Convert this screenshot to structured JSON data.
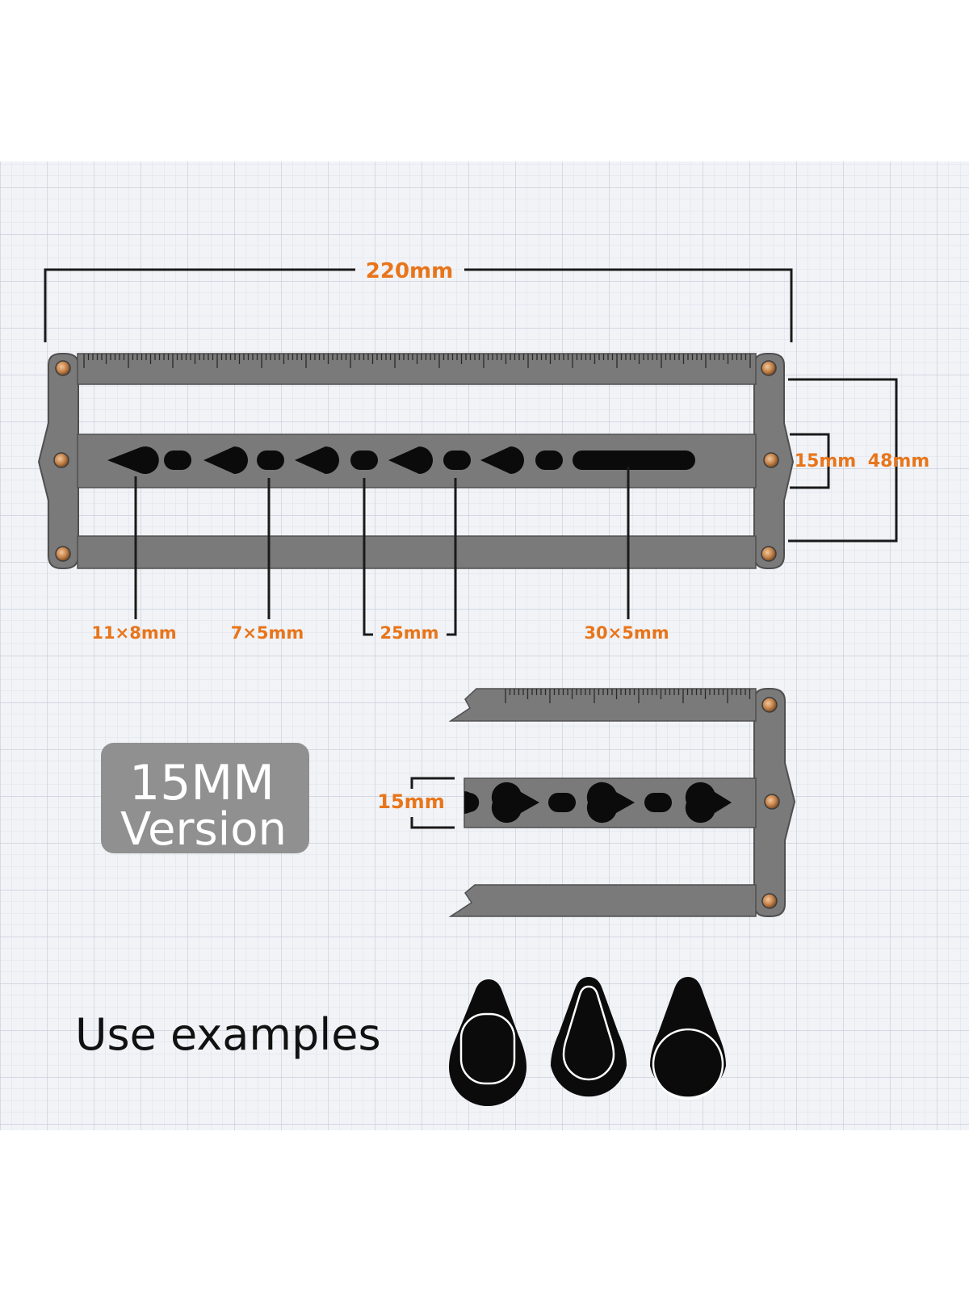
{
  "colors": {
    "background": "#ffffff",
    "grid_paper": "#f1f3f7",
    "grid_line": "#d2d8e3",
    "frame": "#7a7a7a",
    "frame_edge": "#555555",
    "hole": "#0b0b0b",
    "rivet": "#c8874f",
    "accent": "#e8751a",
    "dimension_line": "#1a1a1a",
    "badge": "#909090",
    "badge_text": "#ffffff",
    "caption_text": "#111111"
  },
  "main_tool": {
    "overall_width_label": "220mm",
    "bar_height_label": "15mm",
    "total_height_label": "48mm",
    "hole_labels": [
      "11×8mm",
      "7×5mm",
      "25mm",
      "30×5mm"
    ]
  },
  "version_badge": {
    "line1": "15MM",
    "line2": "Version"
  },
  "detail_tool": {
    "bar_height_label": "15mm"
  },
  "use_examples": {
    "caption": "Use examples",
    "icons": [
      "teardrop-with-rounded-rect-icon",
      "teardrop-with-inner-teardrop-icon",
      "teardrop-with-circle-icon"
    ]
  }
}
